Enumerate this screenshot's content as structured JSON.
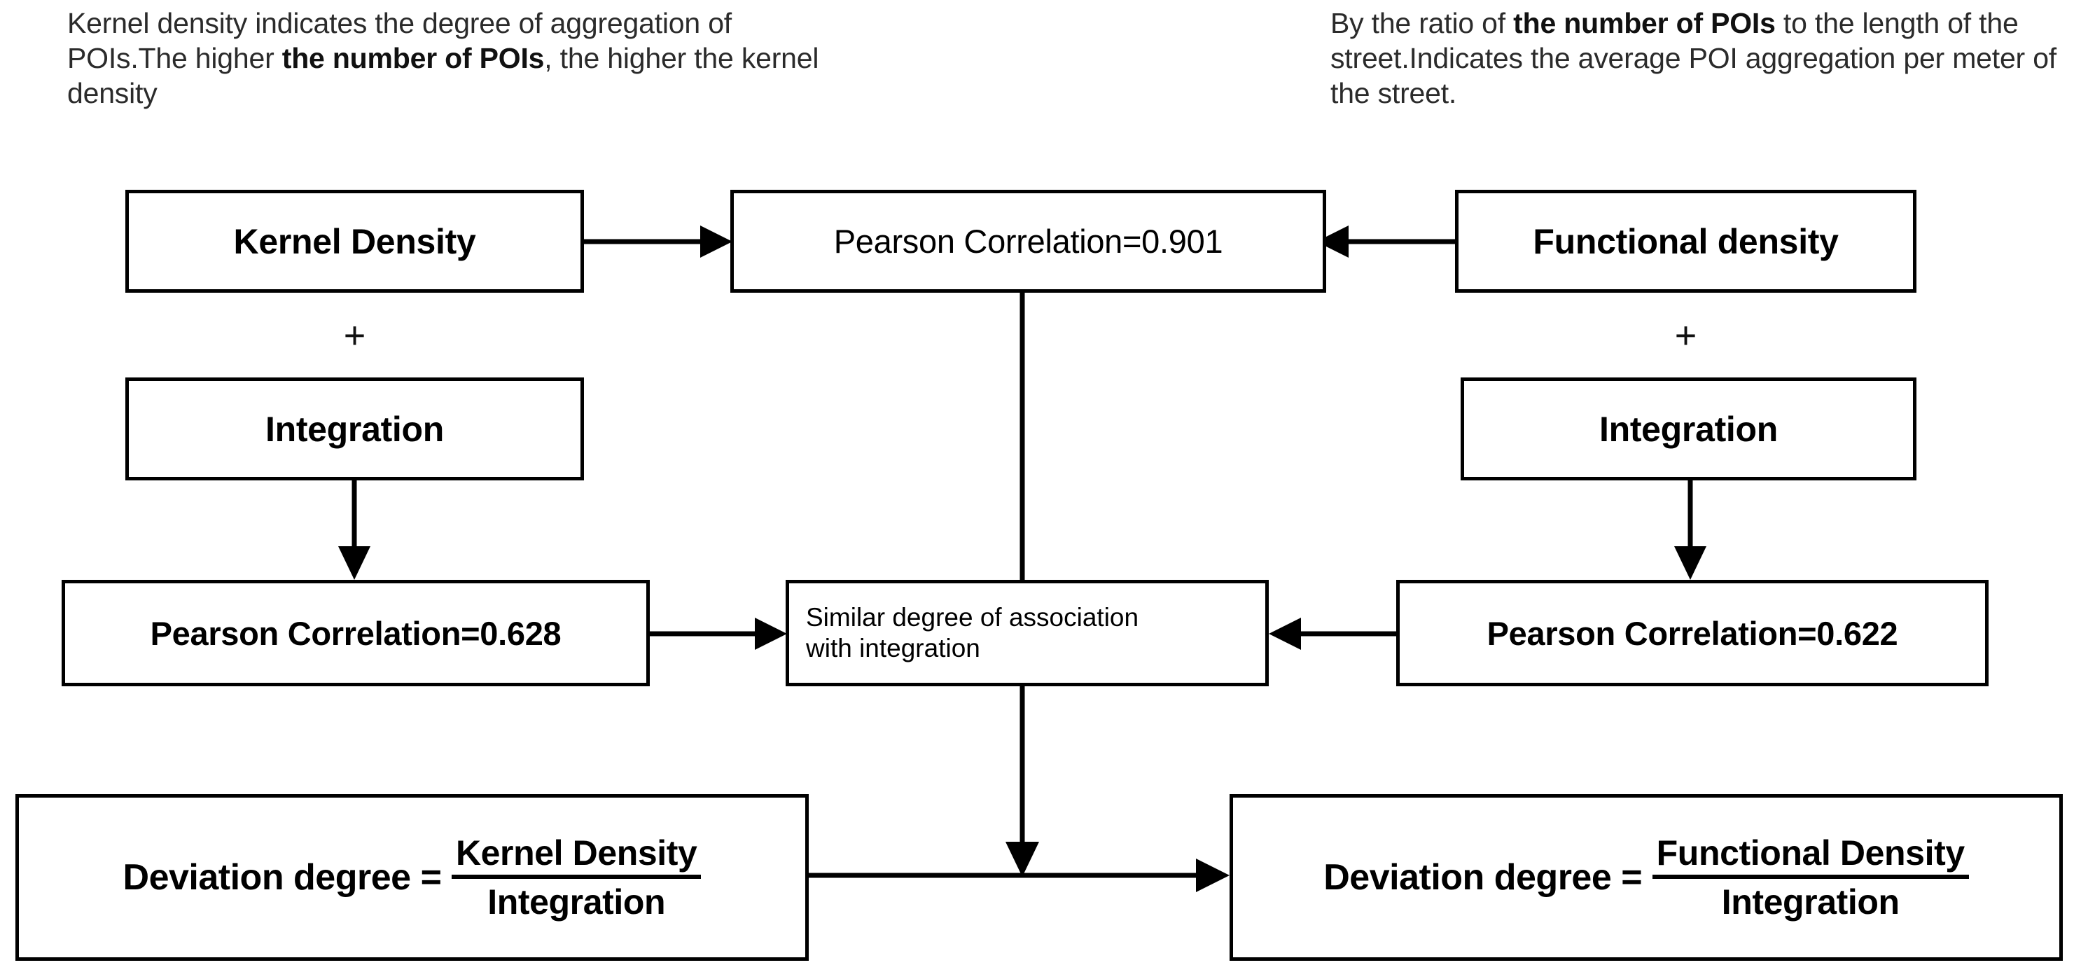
{
  "captions": {
    "left": {
      "pre": "Kernel density indicates the degree of aggregation of POIs.The higher ",
      "bold": "the number of POIs",
      "post": ", the higher the kernel density"
    },
    "right": {
      "pre": "By the ratio of ",
      "bold": "the number of POIs",
      "post": " to the length of the street.Indicates the average POI aggregation per meter of the street."
    }
  },
  "diagram": {
    "type": "flowchart",
    "nodes": {
      "kernel_density": "Kernel Density",
      "pearson_top": "Pearson Correlation=0.901",
      "functional_density": "Functional density",
      "integration_left": "Integration",
      "integration_right": "Integration",
      "pearson_left": "Pearson Correlation=0.628",
      "similar_degree_line1": "Similar degree of association",
      "similar_degree_line2": "with integration",
      "pearson_right": "Pearson Correlation=0.622",
      "formula_left": {
        "lhs": "Deviation degree",
        "eq": "=",
        "numerator": "Kernel Density",
        "denominator": "Integration"
      },
      "formula_right": {
        "lhs": "Deviation degree",
        "eq": "=",
        "numerator": "Functional Density",
        "denominator": "Integration"
      }
    },
    "operators": {
      "plus_left": "+",
      "plus_right": "+"
    },
    "correlation_values": {
      "kernel_vs_functional_density": 0.901,
      "kernel_density_vs_integration": 0.628,
      "functional_density_vs_integration": 0.622
    },
    "edges": [
      {
        "from": "kernel_density",
        "to": "pearson_top",
        "arrow": "end"
      },
      {
        "from": "functional_density",
        "to": "pearson_top",
        "arrow": "end"
      },
      {
        "from": "integration_left",
        "to": "pearson_left",
        "arrow": "end"
      },
      {
        "from": "integration_right",
        "to": "pearson_right",
        "arrow": "end"
      },
      {
        "from": "pearson_top",
        "to": "similar_degree",
        "arrow": "none"
      },
      {
        "from": "pearson_left",
        "to": "similar_degree",
        "arrow": "end"
      },
      {
        "from": "pearson_right",
        "to": "similar_degree",
        "arrow": "end"
      },
      {
        "from": "similar_degree",
        "to": "formula_connector",
        "arrow": "end"
      },
      {
        "from": "formula_left",
        "to": "formula_right",
        "arrow": "end"
      }
    ],
    "colors": {
      "stroke": "#000000",
      "fill": "#ffffff",
      "text": "#111111"
    }
  }
}
